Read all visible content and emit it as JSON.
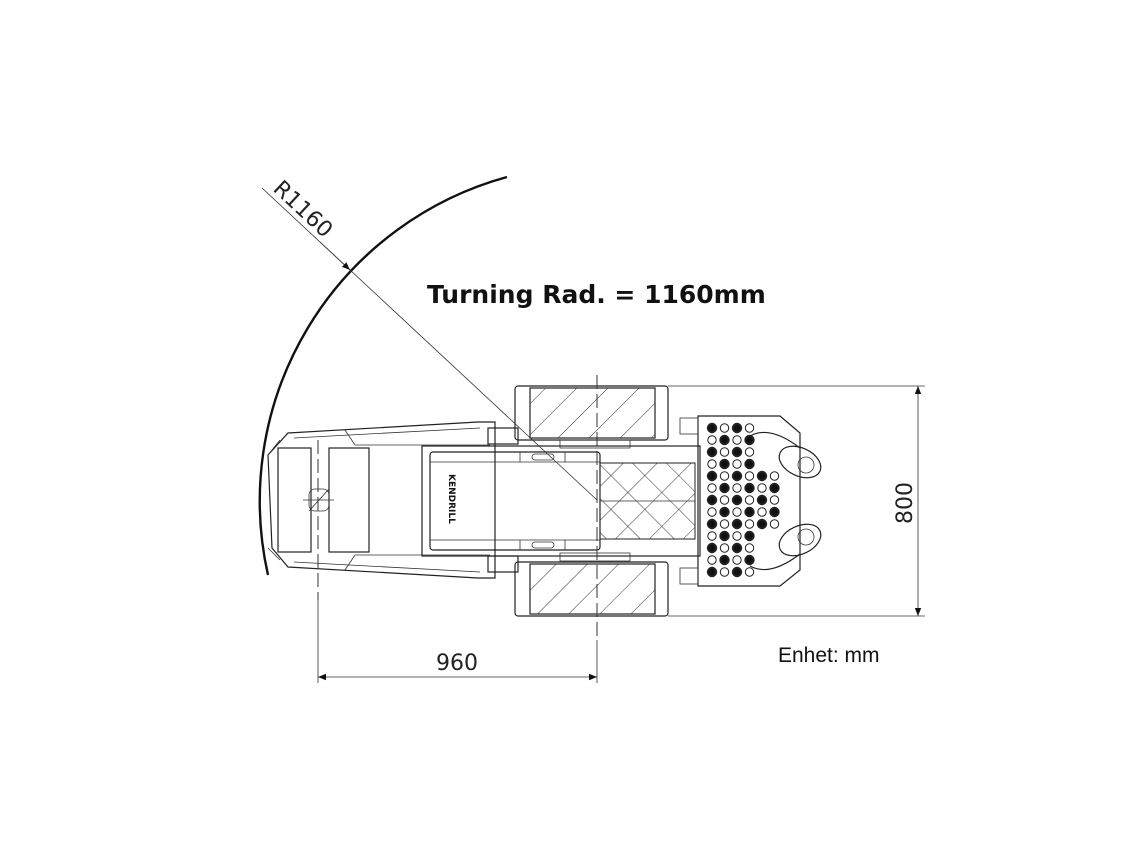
{
  "title": "Turning Rad. = 1160mm",
  "radius_label": "R1160",
  "length_label": "960",
  "width_label": "800",
  "unit_label": "Enhet: mm",
  "brand_label": "KENDRILL"
}
